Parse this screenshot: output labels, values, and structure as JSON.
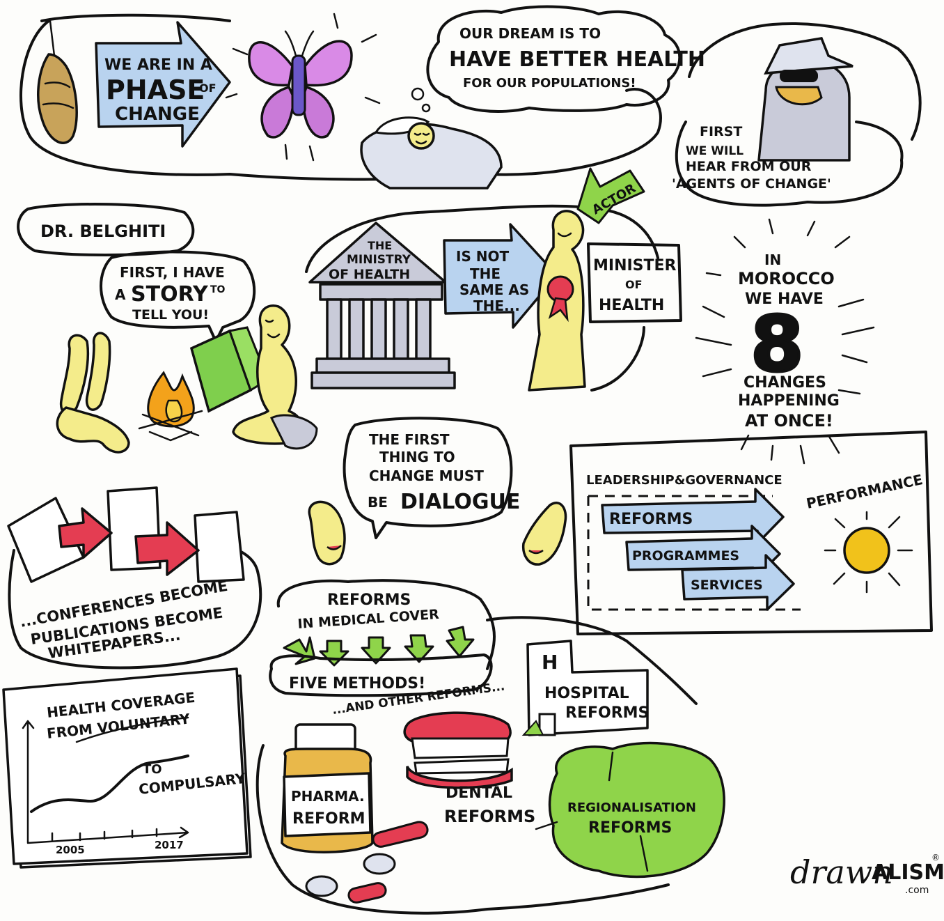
{
  "colors": {
    "arrow_blue": "#b9d3ef",
    "butterfly_pink": "#d98ae6",
    "butterfly_purple": "#6b57c9",
    "skin_yellow": "#f4ec8b",
    "building_grey": "#c9cbd9",
    "red_accent": "#e43d52",
    "green": "#8fd44a",
    "sun_yellow": "#f1c21b",
    "pill_bottle": "#e9b84a",
    "logo_orange": "#e07a1f",
    "logo_green": "#4b9a2f"
  },
  "icons": [
    "cocoon-icon",
    "butterfly-icon",
    "sleeping-person-icon",
    "detective-icon",
    "ministry-building-icon",
    "minister-figure-icon",
    "campfire-icon",
    "book-icon",
    "sun-icon",
    "hospital-icon",
    "pill-bottle-icon",
    "teeth-icon",
    "pill-icon",
    "green-blob-icon"
  ],
  "top": {
    "phase_arrow": {
      "line1": "WE ARE IN A",
      "line2": "PHASE",
      "line2b": "OF",
      "line3": "CHANGE"
    },
    "dream": {
      "line1": "OUR DREAM IS TO",
      "line2": "HAVE BETTER HEALTH",
      "line3": "FOR OUR POPULATIONS!"
    },
    "agents": {
      "line1": "FIRST",
      "line2": "WE WILL",
      "line3": "HEAR FROM OUR",
      "line4": "'AGENTS OF CHANGE'"
    }
  },
  "middle": {
    "speaker": "DR. BELGHITI",
    "story": {
      "line1": "FIRST, I HAVE",
      "line2": "A",
      "line2b": "STORY",
      "line2c": "TO",
      "line3": "TELL YOU!"
    },
    "ministry": {
      "line1": "THE",
      "line2": "MINISTRY",
      "line3": "OF HEALTH"
    },
    "not_same": {
      "line1": "IS NOT",
      "line2": "THE",
      "line3": "SAME AS",
      "line4": "THE..."
    },
    "actor": "ACTOR",
    "minister": {
      "line1": "MINISTER",
      "line2": "OF",
      "line3": "HEALTH"
    },
    "morocco": {
      "line1": "IN",
      "line2": "MOROCCO",
      "line3": "WE HAVE",
      "number": "8",
      "line4": "CHANGES",
      "line5": "HAPPENING",
      "line6": "AT ONCE!"
    }
  },
  "dialogue": {
    "line1": "THE FIRST",
    "line2": "THING TO",
    "line3": "CHANGE MUST",
    "line4a": "BE",
    "line4b": "DIALOGUE"
  },
  "governance": {
    "title": "LEADERSHIP&GOVERNANCE",
    "rows": [
      "REFORMS",
      "PROGRAMMES",
      "SERVICES"
    ],
    "outcome": "PERFORMANCE"
  },
  "conferences": {
    "line1": "...CONFERENCES BECOME",
    "line2": "PUBLICATIONS BECOME",
    "line3": "WHITEPAPERS..."
  },
  "coverage_chart": {
    "title1": "HEALTH COVERAGE",
    "title2": "FROM VOLUNTARY",
    "to1": "TO",
    "to2": "COMPULSARY",
    "x_start": "2005",
    "x_end": "2017"
  },
  "reforms": {
    "title1": "REFORMS",
    "title2": "IN MEDICAL COVER",
    "methods": "FIVE METHODS!",
    "other": "...AND OTHER REFORMS...",
    "hospital_letter": "H",
    "hospital1": "HOSPITAL",
    "hospital2": "REFORMS",
    "pharma1": "PHARMA.",
    "pharma2": "REFORM",
    "dental1": "DENTAL",
    "dental2": "REFORMS",
    "regional1": "REGIONALISATION",
    "regional2": "REFORMS"
  },
  "logo": {
    "part1": "drawn",
    "part2": "ALISM",
    "suffix": ".com",
    "mark": "®"
  }
}
